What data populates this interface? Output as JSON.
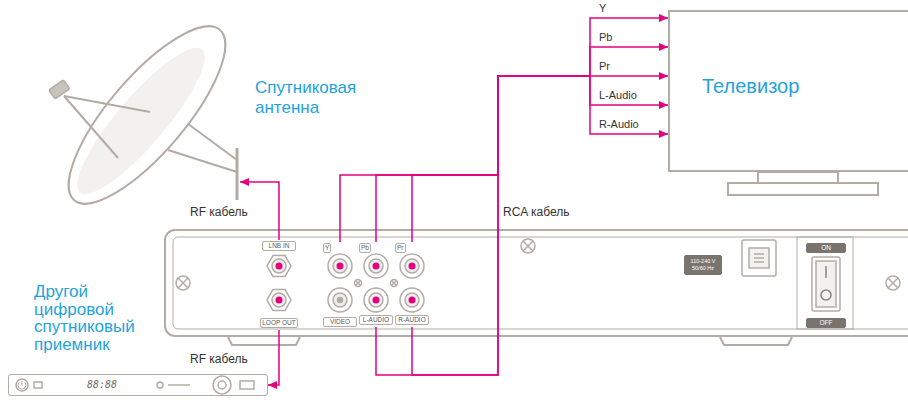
{
  "diagram": {
    "nodes": [
      {
        "text": [
          "Спутниковая антенна"
        ]
      },
      {
        "text": [
          "Телевизор"
        ]
      },
      {
        "text": [
          "LNB IN"
        ]
      },
      {
        "text": [
          "Y"
        ]
      },
      {
        "text": [
          "Pb"
        ]
      },
      {
        "text": [
          "Pr"
        ]
      },
      {
        "text": [
          "LOOP OUT"
        ]
      },
      {
        "text": [
          "L-AUDIO"
        ]
      },
      {
        "text": [
          "R-AUDIO"
        ]
      },
      {
        "text": [
          "Другой цифровой спутниковый приемник",
          "88:88"
        ]
      }
    ],
    "edges": [
      {
        "from": 2,
        "to": 0,
        "arrow": "to"
      },
      {
        "from": 3,
        "to": 1,
        "label": "Y",
        "arrow": "to"
      },
      {
        "from": 4,
        "to": 1,
        "label": "Pb",
        "arrow": "to"
      },
      {
        "from": 5,
        "to": 1,
        "label": "Pr",
        "arrow": "to"
      },
      {
        "from": 7,
        "to": 1,
        "label": "L-Audio",
        "arrow": "to"
      },
      {
        "from": 8,
        "to": 1,
        "label": "R-Audio",
        "arrow": "to"
      },
      {
        "from": 6,
        "to": 9,
        "arrow": "to"
      }
    ],
    "labels": [
      "RF кабель",
      "RCA кабель",
      "RF кабель",
      "VIDEO",
      "110-240 V 50/60 Hz",
      "ON",
      "OFF"
    ]
  }
}
